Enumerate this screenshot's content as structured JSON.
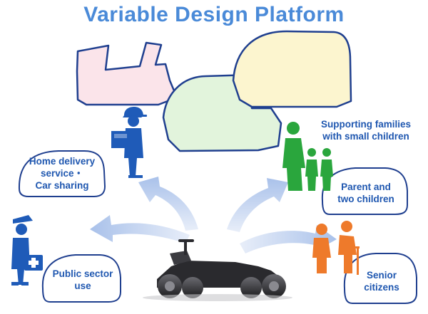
{
  "title": "Variable Design Platform",
  "labels": {
    "home_delivery": [
      "Home delivery",
      "service・",
      "Car sharing"
    ],
    "public_sector": [
      "Public sector",
      "use"
    ],
    "supporting_families": [
      "Supporting families",
      "with small children"
    ],
    "parent_children": [
      "Parent and",
      "two children"
    ],
    "senior": [
      "Senior",
      "citizens"
    ]
  },
  "colors": {
    "title": "#4a8ad8",
    "label_text": "#1f57b0",
    "outline": "#1f3f8f",
    "pink_body": "#fbe4ea",
    "green_body": "#e2f4dc",
    "yellow_body": "#fcf5cf",
    "arrow": "#b9cdee",
    "blue_figure": "#1f5bb8",
    "green_figure": "#2aa63d",
    "orange_figure": "#ee7a2b",
    "platform": "#2a2a2e"
  }
}
